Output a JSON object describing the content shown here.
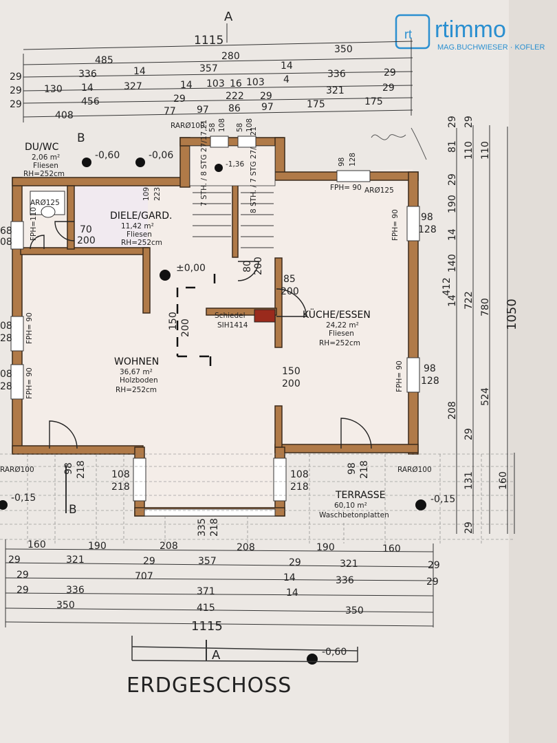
{
  "logo": {
    "name": "rtimmo",
    "subtitle": "MAG.BUCHWIESER · KOFLER"
  },
  "title": "ERDGESCHOSS",
  "section_marks": {
    "a_top": "A",
    "a_bottom": "A",
    "b_top": "B",
    "b_bottom": "B"
  },
  "rooms": {
    "du_wc": {
      "name": "DU/WC",
      "area": "2,06 m²",
      "floor": "Fliesen",
      "height": "RH=252cm"
    },
    "diele": {
      "name": "DIELE/GARD.",
      "area": "11,42 m²",
      "floor": "Fliesen",
      "height": "RH=252cm"
    },
    "wohnen": {
      "name": "WOHNEN",
      "area": "36,67 m²",
      "floor": "Holzboden",
      "height": "RH=252cm"
    },
    "kueche": {
      "name": "KÜCHE/ESSEN",
      "area": "24,22 m²",
      "floor": "Fliesen",
      "height": "RH=252cm"
    },
    "terrasse": {
      "name": "TERRASSE",
      "area": "60,10 m²",
      "floor": "Waschbetonplatten"
    }
  },
  "levels": {
    "wc": "-0,60",
    "entry": "-0,06",
    "stair": "-1,36",
    "main": "±0,00",
    "terrace_left": "-0,15",
    "terrace_right": "-0,15",
    "bottom": "-0,60"
  },
  "chimney": {
    "label": "Schiedel",
    "model": "SIH1414"
  },
  "top_dims": {
    "total": "1115",
    "row1": [
      "485",
      "280",
      "350"
    ],
    "row2": [
      "29",
      "336",
      "14",
      "357",
      "14"
    ],
    "row2b": [
      "336",
      "29"
    ],
    "row3": [
      "29",
      "130",
      "14",
      "327",
      "14",
      "103",
      "16",
      "103",
      "4"
    ],
    "row4": [
      "29",
      "456",
      "29",
      "222",
      "29",
      "321",
      "29"
    ],
    "row5": [
      "408",
      "77",
      "97",
      "86",
      "97",
      "175",
      "175"
    ]
  },
  "bottom_dims": {
    "total": "1115",
    "row1": [
      "160",
      "190",
      "208",
      "208",
      "190",
      "160"
    ],
    "row2": [
      "29",
      "321",
      "29",
      "357",
      "29",
      "321",
      "29"
    ],
    "row3": [
      "29",
      "707",
      "14"
    ],
    "row4": [
      "29",
      "336",
      "371",
      "14",
      "336",
      "29"
    ],
    "row5": [
      "350",
      "415",
      "350"
    ]
  },
  "right_dims": {
    "total": "1050",
    "col1": [
      "29",
      "81",
      "29",
      "190",
      "14",
      "140",
      "14",
      "208",
      "29",
      "131",
      "29"
    ],
    "col2": [
      "29",
      "110",
      "110"
    ],
    "col3": [
      "412",
      "722",
      "780",
      "524",
      "160"
    ]
  },
  "openings": {
    "rar_top": "RARØ100",
    "w_58_1": "58",
    "w_108_1": "108",
    "w_58_2": "58",
    "w_108_2": "108",
    "rar_125_top": "ARØ125",
    "fph_90_top": "FPH= 90",
    "w_98_top": "98",
    "w_128_top": "128",
    "w_98_right1": "98",
    "w_128_right1": "128",
    "fph_right1": "FPH= 90",
    "w_98_right2": "98",
    "w_128_right2": "128",
    "fph_right2": "FPH= 90",
    "door_109": "109",
    "door_223": "223",
    "door_70": "70",
    "door_200a": "200",
    "door_80": "80",
    "door_200b": "200",
    "door_85": "85",
    "door_200c": "200",
    "door_150a": "150",
    "door_200d": "200",
    "door_150b": "150",
    "door_200e": "200",
    "w_68": "68",
    "w_108_left": "08",
    "rar_wc": "ARØ125",
    "fph_wc": "FPH=110",
    "w_08_left1": "08",
    "w_28_left1": "28",
    "fph_left1": "FPH= 90",
    "w_08_left2": "08",
    "w_28_left2": "28",
    "fph_left2": "FPH= 90",
    "door_98a": "98",
    "door_218a": "218",
    "w_108_b1": "108",
    "w_218_b1": "218",
    "w_108_b2": "108",
    "w_218_b2": "218",
    "door_98b": "98",
    "door_218b": "218",
    "w_335": "335",
    "w_218_c": "218",
    "rar_bl": "RARØ100",
    "rar_br": "RARØ100",
    "stair_left": "7 STH. / 8 STG 27/17,21",
    "stair_right": "8 STH. / 7 STG 27/17,21"
  }
}
